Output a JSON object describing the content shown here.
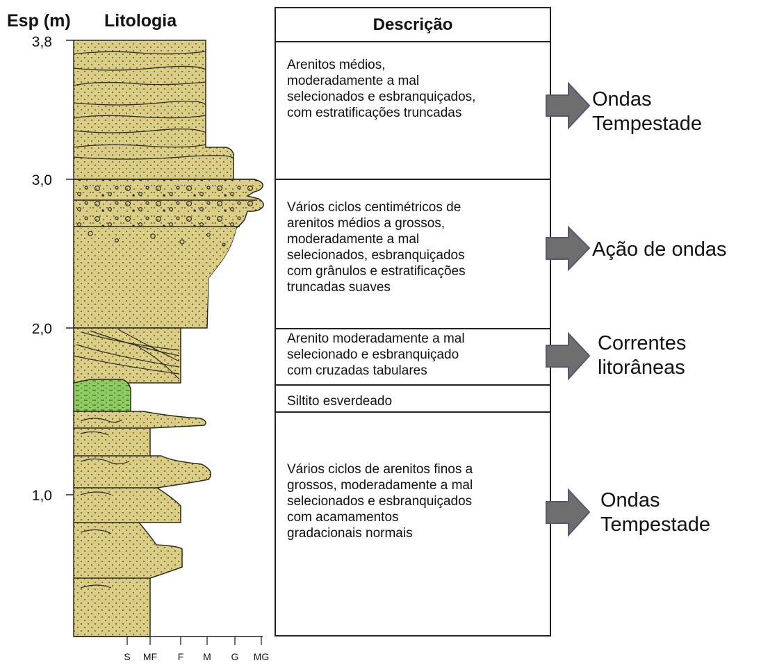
{
  "headers": {
    "thickness": "Esp (m)",
    "lithology": "Litologia",
    "description": "Descrição"
  },
  "depth_ticks": [
    {
      "value": 3.8,
      "label": "3,8"
    },
    {
      "value": 3.0,
      "label": "3,0"
    },
    {
      "value": 2.0,
      "label": "2,0"
    },
    {
      "value": 1.0,
      "label": "1,0"
    }
  ],
  "grain_size_scale": [
    "S",
    "MF",
    "F",
    "M",
    "G",
    "MG"
  ],
  "colors": {
    "sandstone": "#dccd86",
    "siltstone": "#8fcb63",
    "outline": "#2a2a1a",
    "arrow": "#6e6e6e"
  },
  "units": [
    {
      "name": "upper-sandstone",
      "lines": [
        "Arenitos médios,",
        "moderadamente a mal",
        "selecionados e esbranquiçados,",
        "com estratificações truncadas"
      ],
      "interpretation": [
        "Ondas",
        "Tempestade"
      ]
    },
    {
      "name": "granule-sandstone",
      "lines": [
        "Vários ciclos centimétricos de",
        "arenitos médios a grossos,",
        "moderadamente a mal",
        "selecionados, esbranquiçados",
        "com grânulos e estratificações",
        "truncadas suaves"
      ],
      "interpretation": [
        "Ação de ondas"
      ]
    },
    {
      "name": "cross-bedded-sandstone",
      "lines": [
        "Arenito moderadamente a mal",
        "selecionado e esbranquiçado",
        "com cruzadas tabulares"
      ],
      "interpretation": [
        "Correntes",
        "litorâneas"
      ]
    },
    {
      "name": "siltstone",
      "lines": [
        "Siltito esverdeado"
      ],
      "interpretation": []
    },
    {
      "name": "lower-sandstone",
      "lines": [
        "Vários ciclos de arenitos finos a",
        "grossos, moderadamente a mal",
        "selecionados e esbranquiçados",
        "com acamamentos",
        "gradacionais normais"
      ],
      "interpretation": [
        "Ondas",
        "Tempestade"
      ]
    }
  ]
}
